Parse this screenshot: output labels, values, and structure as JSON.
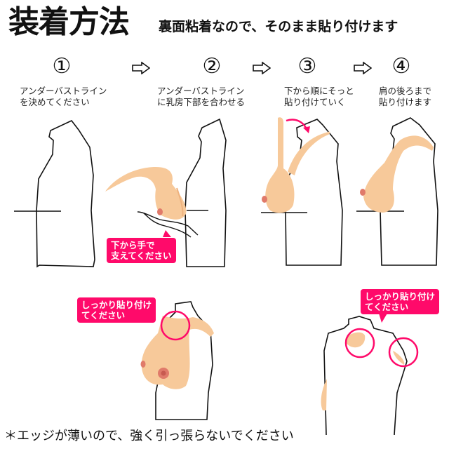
{
  "header": {
    "title": "装着方法",
    "subtitle": "裏面粘着なので、そのまま貼り付けます"
  },
  "steps": [
    {
      "number": "①",
      "caption": "アンダーバストライン\nを決めてください"
    },
    {
      "number": "②",
      "caption": "アンダーバストライン\nに乳房下部を合わせる"
    },
    {
      "number": "③",
      "caption": "下から順にそっと\n貼り付けていく"
    },
    {
      "number": "④",
      "caption": "肩の後ろまで\n貼り付けます"
    }
  ],
  "arrows": [
    "right-arrow-icon",
    "right-arrow-icon",
    "right-arrow-icon"
  ],
  "callouts": {
    "support_hand": "下から手で\n支えてください",
    "attach_firmly_front": "しっかり貼り付け\nてください",
    "attach_firmly_back": "しっかり貼り付け\nてください"
  },
  "note": "＊エッジが薄いので、強く引っ張らないでください",
  "colors": {
    "accent_pink": "#ff0a6a",
    "skin": "#f7c99a",
    "skin_shadow": "#eeb27e",
    "nipple": "#e07a6a",
    "outline": "#111111"
  }
}
